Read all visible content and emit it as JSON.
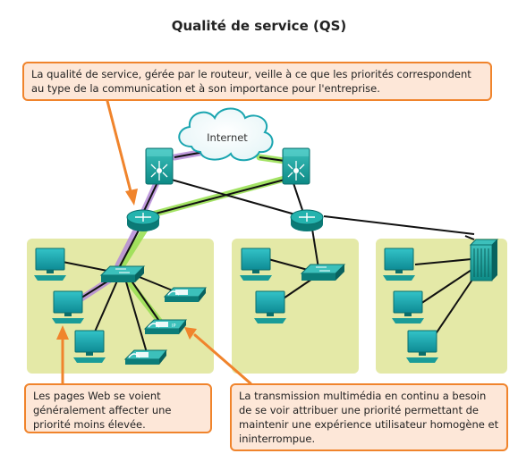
{
  "title": "Qualité de service (QS)",
  "cloud": {
    "label": "Internet"
  },
  "callouts": {
    "top": "La qualité de service, gérée par le routeur, veille à ce que les priorités correspondent au type de la communication et à son importance pour l'entreprise.",
    "left": "Les pages Web se voient généralement affecter une priorité moins élevée.",
    "right": "La transmission multimédia en continu a besoin de se voir attribuer une priorité permettant de maintenir une expérience utilisateur homogène et ininterrompue."
  },
  "colors": {
    "zone_fill": "#e4e9a7",
    "callout_border": "#f0842c",
    "callout_fill": "#fde7d8",
    "device": "#149f9a",
    "device_dark": "#0a6e6b",
    "qos_green": "#8cd64a",
    "qos_purple": "#9a5bc3",
    "link": "#111111"
  },
  "icons": [
    "cloud-icon",
    "firewall-icon",
    "router-icon",
    "switch-icon",
    "pc-icon",
    "ip-phone-icon",
    "server-icon"
  ]
}
